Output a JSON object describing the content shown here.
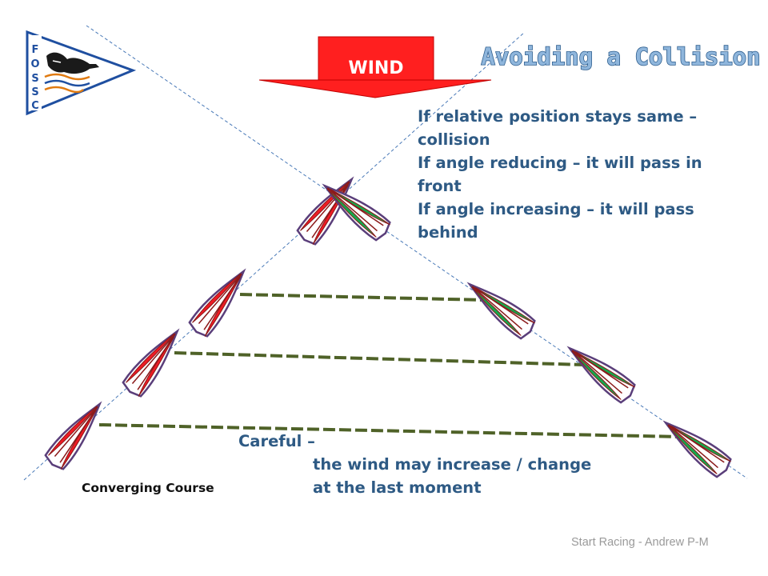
{
  "slide": {
    "title": "Avoiding a Collision",
    "wind_label": "WIND",
    "logo_letters": [
      "F",
      "O",
      "S",
      "S",
      "C"
    ],
    "rules": [
      "If relative position stays same –",
      "collision",
      "If angle reducing – it will pass in",
      "front",
      "If angle increasing – it will pass",
      "behind"
    ],
    "careful": [
      "Careful –",
      "the wind may increase / change",
      "at the last moment"
    ],
    "caption": "Converging Course",
    "footer": "Start Racing - Andrew P-M"
  },
  "colors": {
    "title_fill": "#8fb6dc",
    "title_outline": "#2f5f8f",
    "text": "#2e5a84",
    "wind_box": "#ff1f1f",
    "wind_text": "#ffffff",
    "boat_outline": "#5a3e7a",
    "port_boat_sail": "#ee1b24",
    "starboard_boat_sail": "#17a54b",
    "sail_edge": "#8b1a1a",
    "bearing_lines": "#4f6228",
    "course_lines": "#4a7ab8",
    "logo_border": "#1f4fa0"
  },
  "diagram": {
    "red_boat_tracks": 4,
    "green_boat_tracks": 4,
    "bearing_lines": 3
  }
}
